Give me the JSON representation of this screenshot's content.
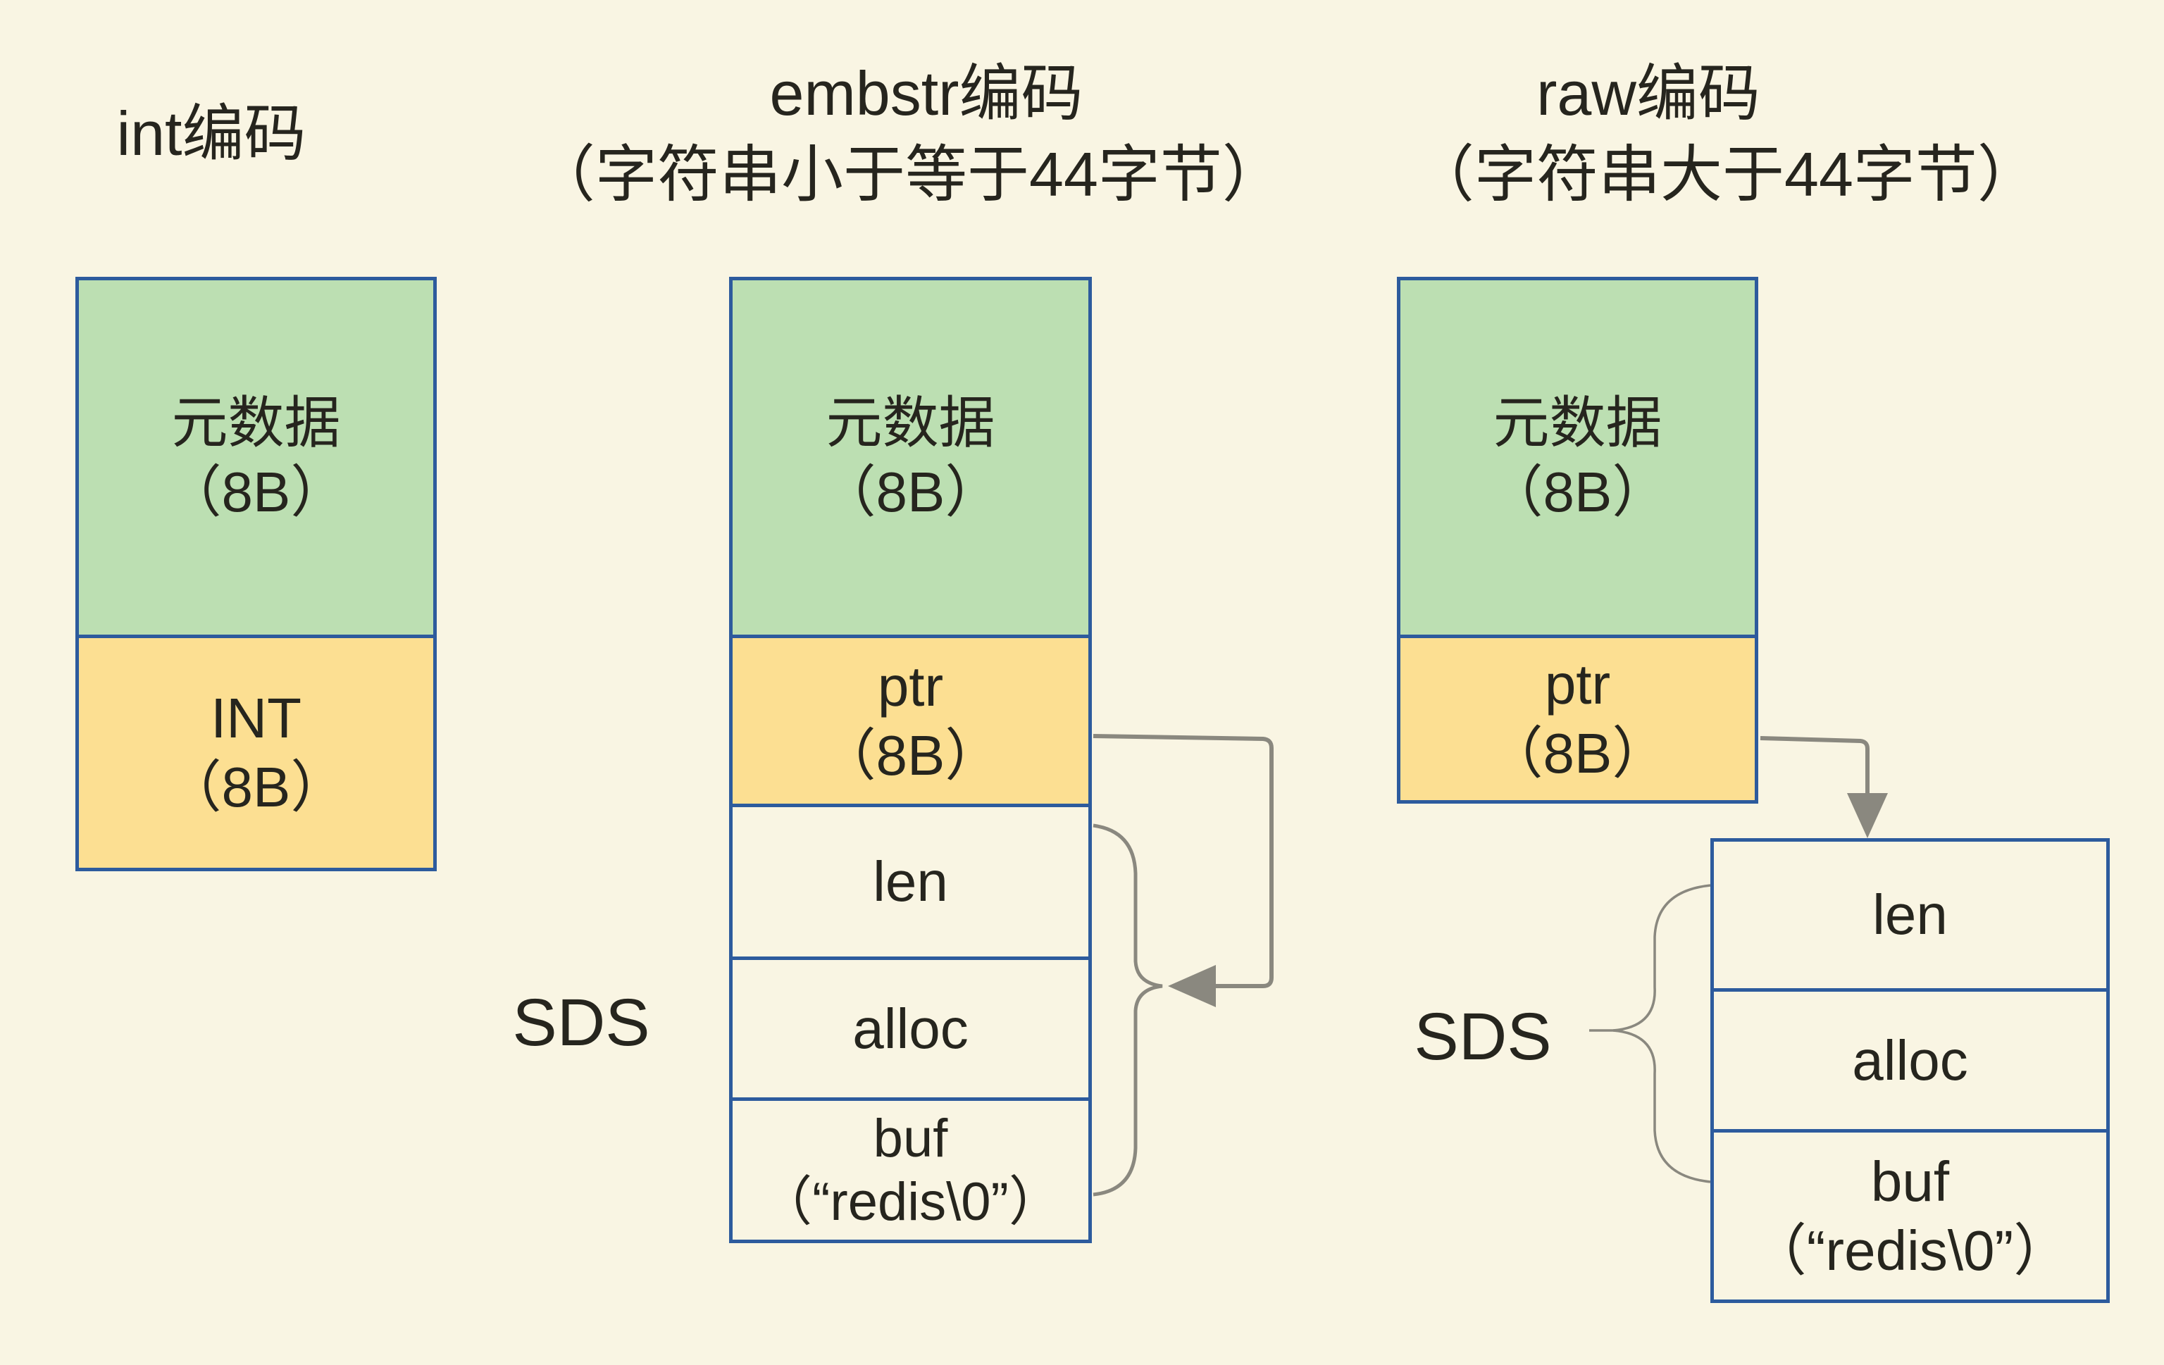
{
  "colors": {
    "bg": "#f9f5e3",
    "green": "#bcdfb2",
    "yellow": "#fcdf92",
    "blue": "#2d5b9d",
    "gray": "#8a887f",
    "text": "#26251e"
  },
  "titles": {
    "int": "int编码",
    "embstr_line1": "embstr编码",
    "embstr_line2": "（字符串小于等于44字节）",
    "raw_line1": "raw编码",
    "raw_line2": "（字符串大于44字节）"
  },
  "int_column": {
    "metadata_line1": "元数据",
    "metadata_line2": "（8B）",
    "value_line1": "INT",
    "value_line2": "（8B）"
  },
  "embstr_column": {
    "metadata_line1": "元数据",
    "metadata_line2": "（8B）",
    "ptr_line1": "ptr",
    "ptr_line2": "（8B）",
    "sds_label": "SDS",
    "len": "len",
    "alloc": "alloc",
    "buf_line1": "buf",
    "buf_line2": "（“redis\\0”）"
  },
  "raw_column": {
    "metadata_line1": "元数据",
    "metadata_line2": "（8B）",
    "ptr_line1": "ptr",
    "ptr_line2": "（8B）",
    "sds_label": "SDS",
    "len": "len",
    "alloc": "alloc",
    "buf_line1": "buf",
    "buf_line2": "（“redis\\0”）"
  }
}
